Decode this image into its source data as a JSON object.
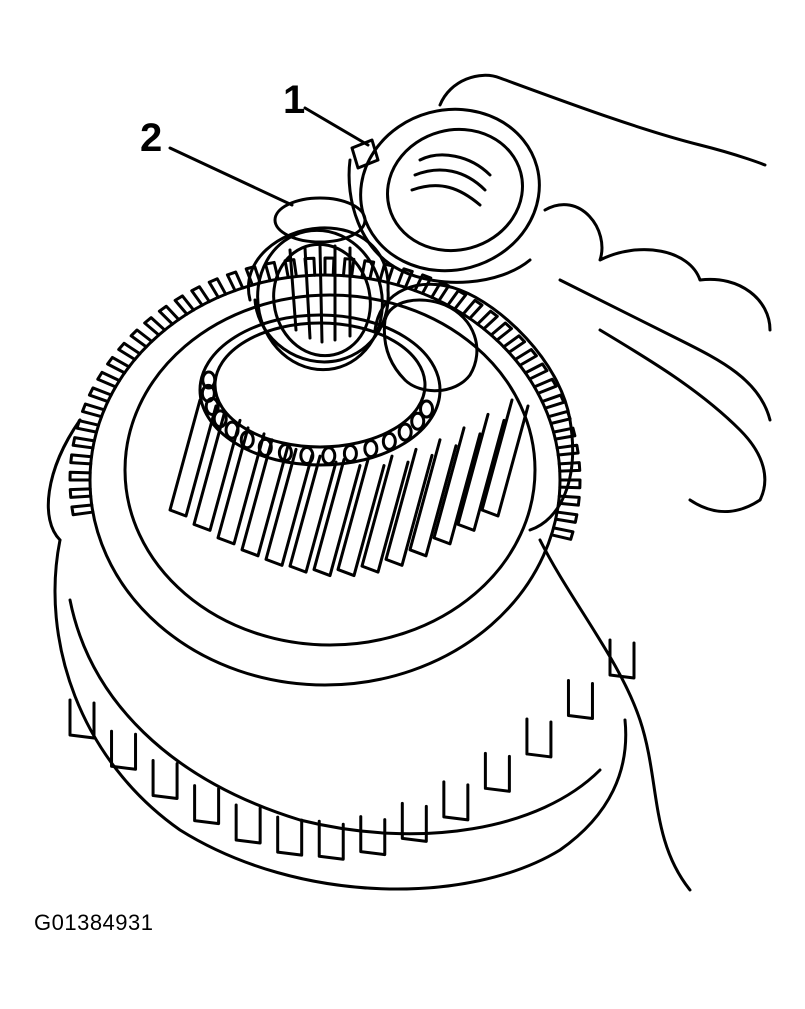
{
  "callouts": [
    {
      "number": "1"
    },
    {
      "number": "2"
    }
  ],
  "figure_id": "G01384931",
  "colors": {
    "line": "#000000",
    "background": "#ffffff"
  }
}
